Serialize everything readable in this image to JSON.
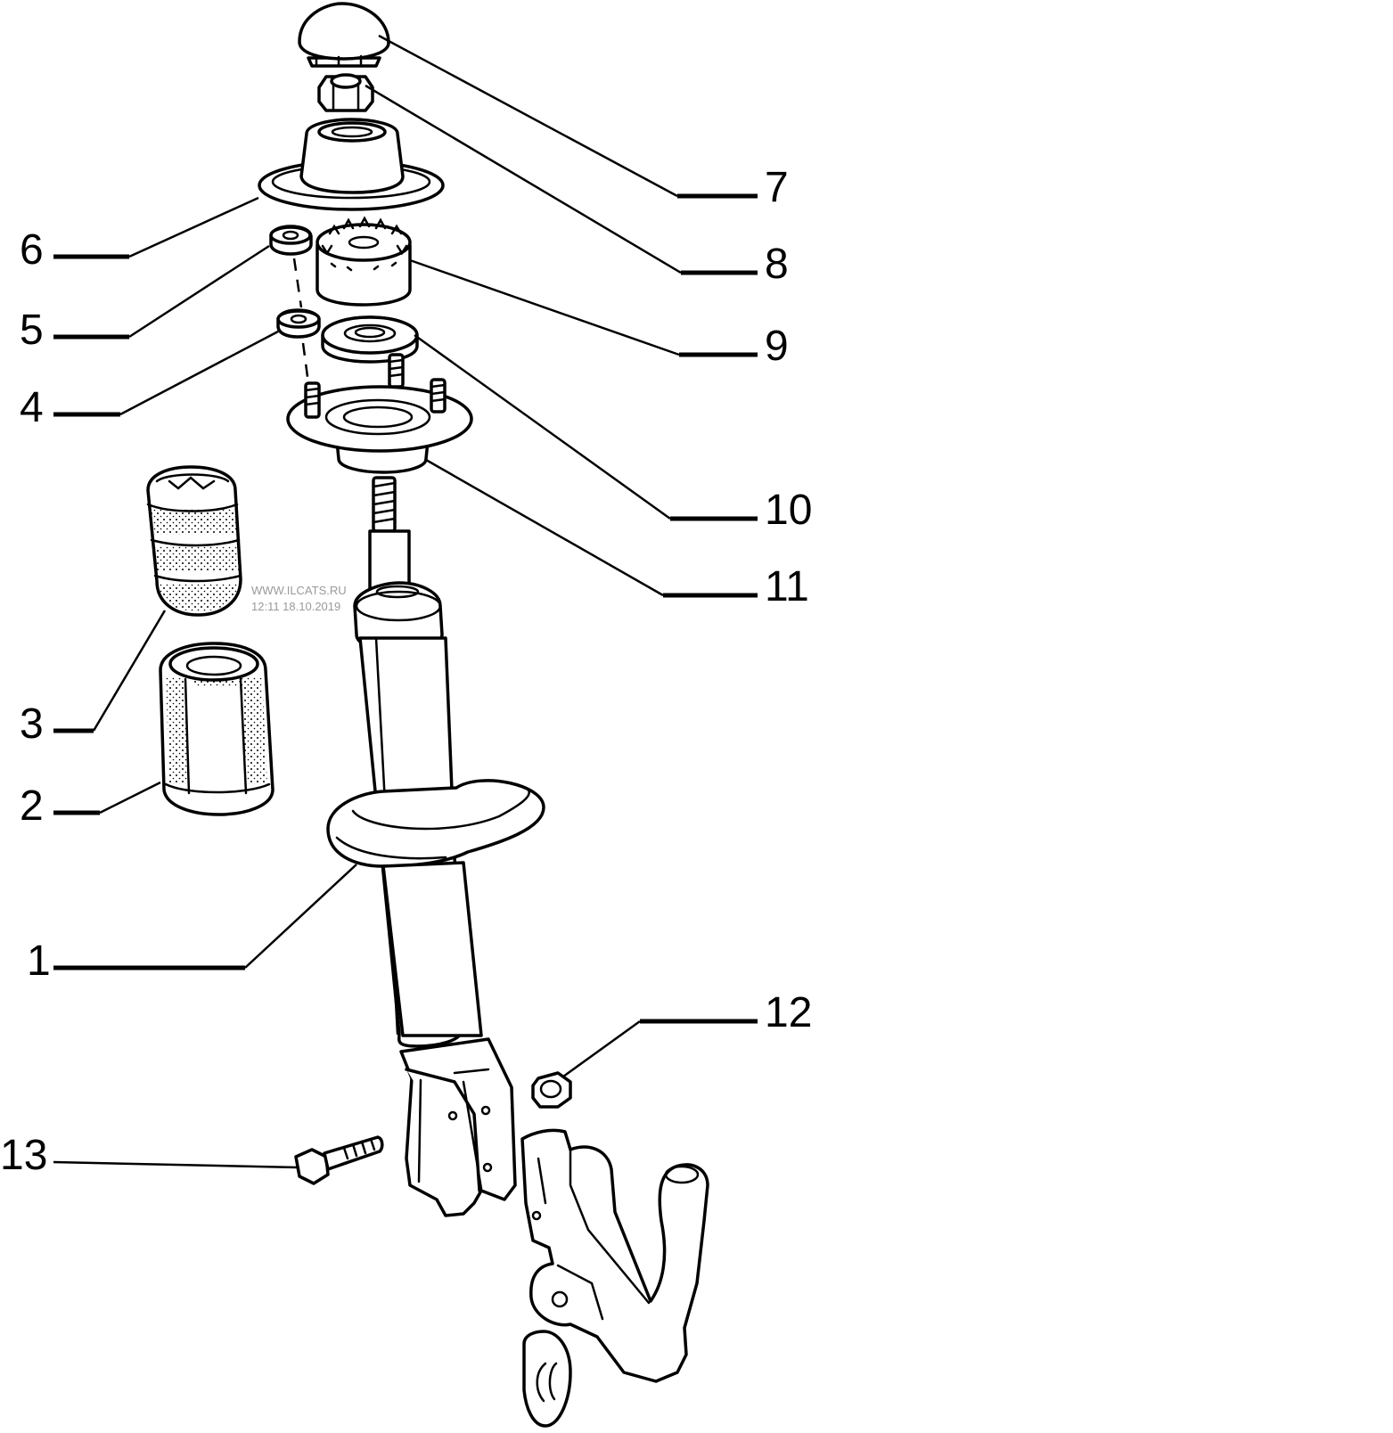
{
  "watermark": {
    "site": "WWW.ILCATS.RU",
    "timestamp": "12:11 18.10.2019"
  },
  "callouts": [
    {
      "id": "1",
      "label": "1"
    },
    {
      "id": "2",
      "label": "2"
    },
    {
      "id": "3",
      "label": "3"
    },
    {
      "id": "4",
      "label": "4"
    },
    {
      "id": "5",
      "label": "5"
    },
    {
      "id": "6",
      "label": "6"
    },
    {
      "id": "7",
      "label": "7"
    },
    {
      "id": "8",
      "label": "8"
    },
    {
      "id": "9",
      "label": "9"
    },
    {
      "id": "10",
      "label": "10"
    },
    {
      "id": "11",
      "label": "11"
    },
    {
      "id": "12",
      "label": "12"
    },
    {
      "id": "13",
      "label": "13"
    }
  ]
}
